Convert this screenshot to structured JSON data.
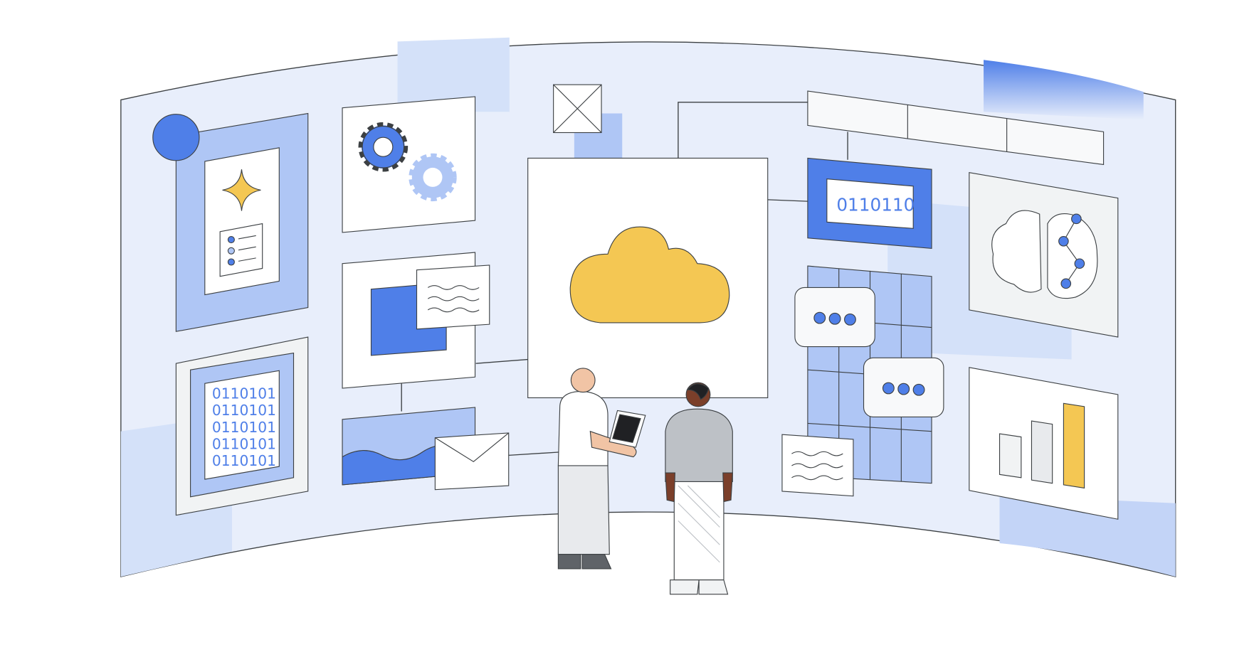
{
  "illustration": {
    "binary_display": "0110110",
    "binary_list": [
      "0110101",
      "0110101",
      "0110101",
      "0110101",
      "0110101"
    ],
    "colors": {
      "wall": "#e8eefb",
      "wall_shade": "#d4e1f9",
      "blue": "#4f7fe8",
      "light_blue": "#afc6f5",
      "yellow": "#f4c753",
      "outline": "#3c4043",
      "grey": "#f1f3f4"
    }
  }
}
